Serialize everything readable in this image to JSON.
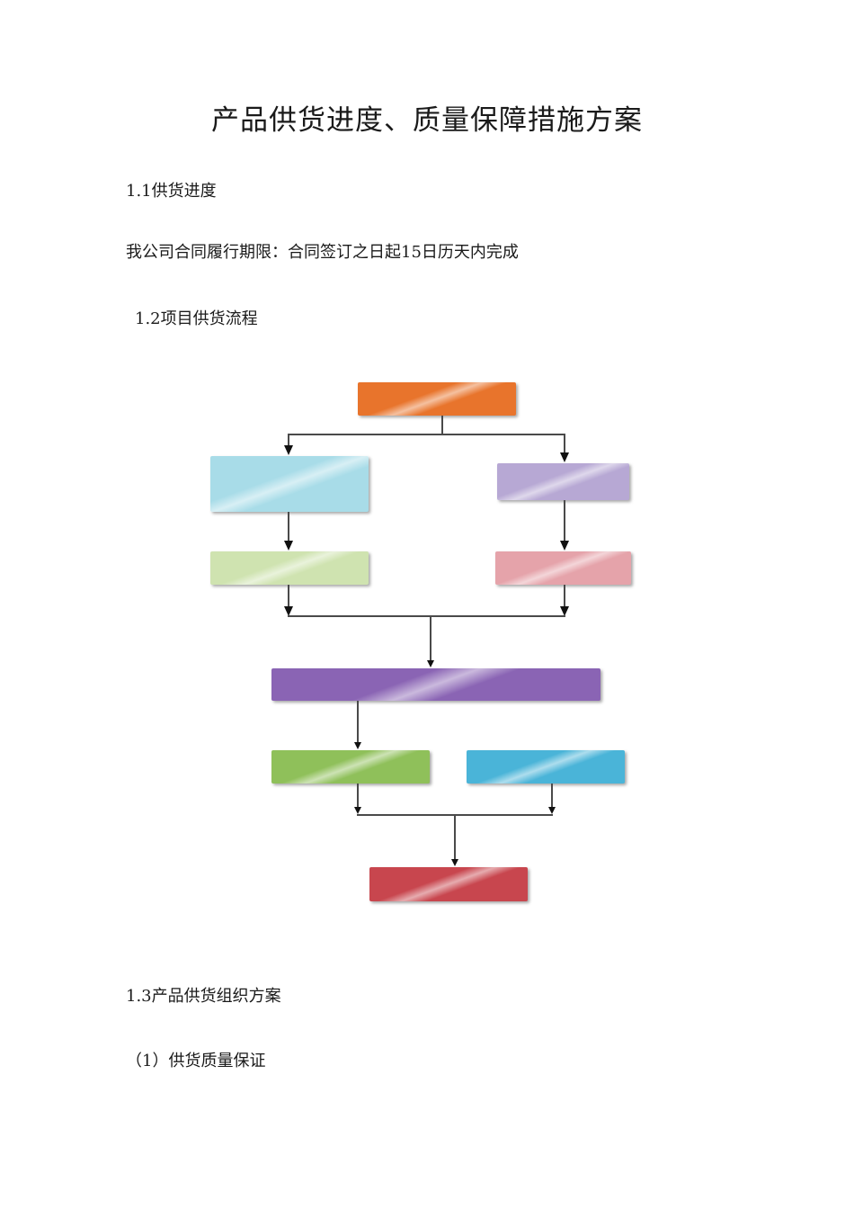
{
  "document": {
    "title": "产品供货进度、质量保障措施方案",
    "section_1_1": "1.1供货进度",
    "schedule_text": "我公司合同履行期限：合同签订之日起15日历天内完成",
    "section_1_2": "1.2项目供货流程",
    "section_1_3": "1.3产品供货组织方案",
    "sub_quality": "（1）供货质量保证"
  },
  "flowchart": {
    "colors": {
      "start": "#e8742c",
      "left_1": "#a8dce8",
      "right_1": "#b7a8d4",
      "left_2": "#cfe3b0",
      "right_2": "#e5a3aa",
      "middle": "#8a64b4",
      "bottom_left": "#8fc05a",
      "bottom_right": "#4ab4d8",
      "end": "#c8464e"
    }
  }
}
